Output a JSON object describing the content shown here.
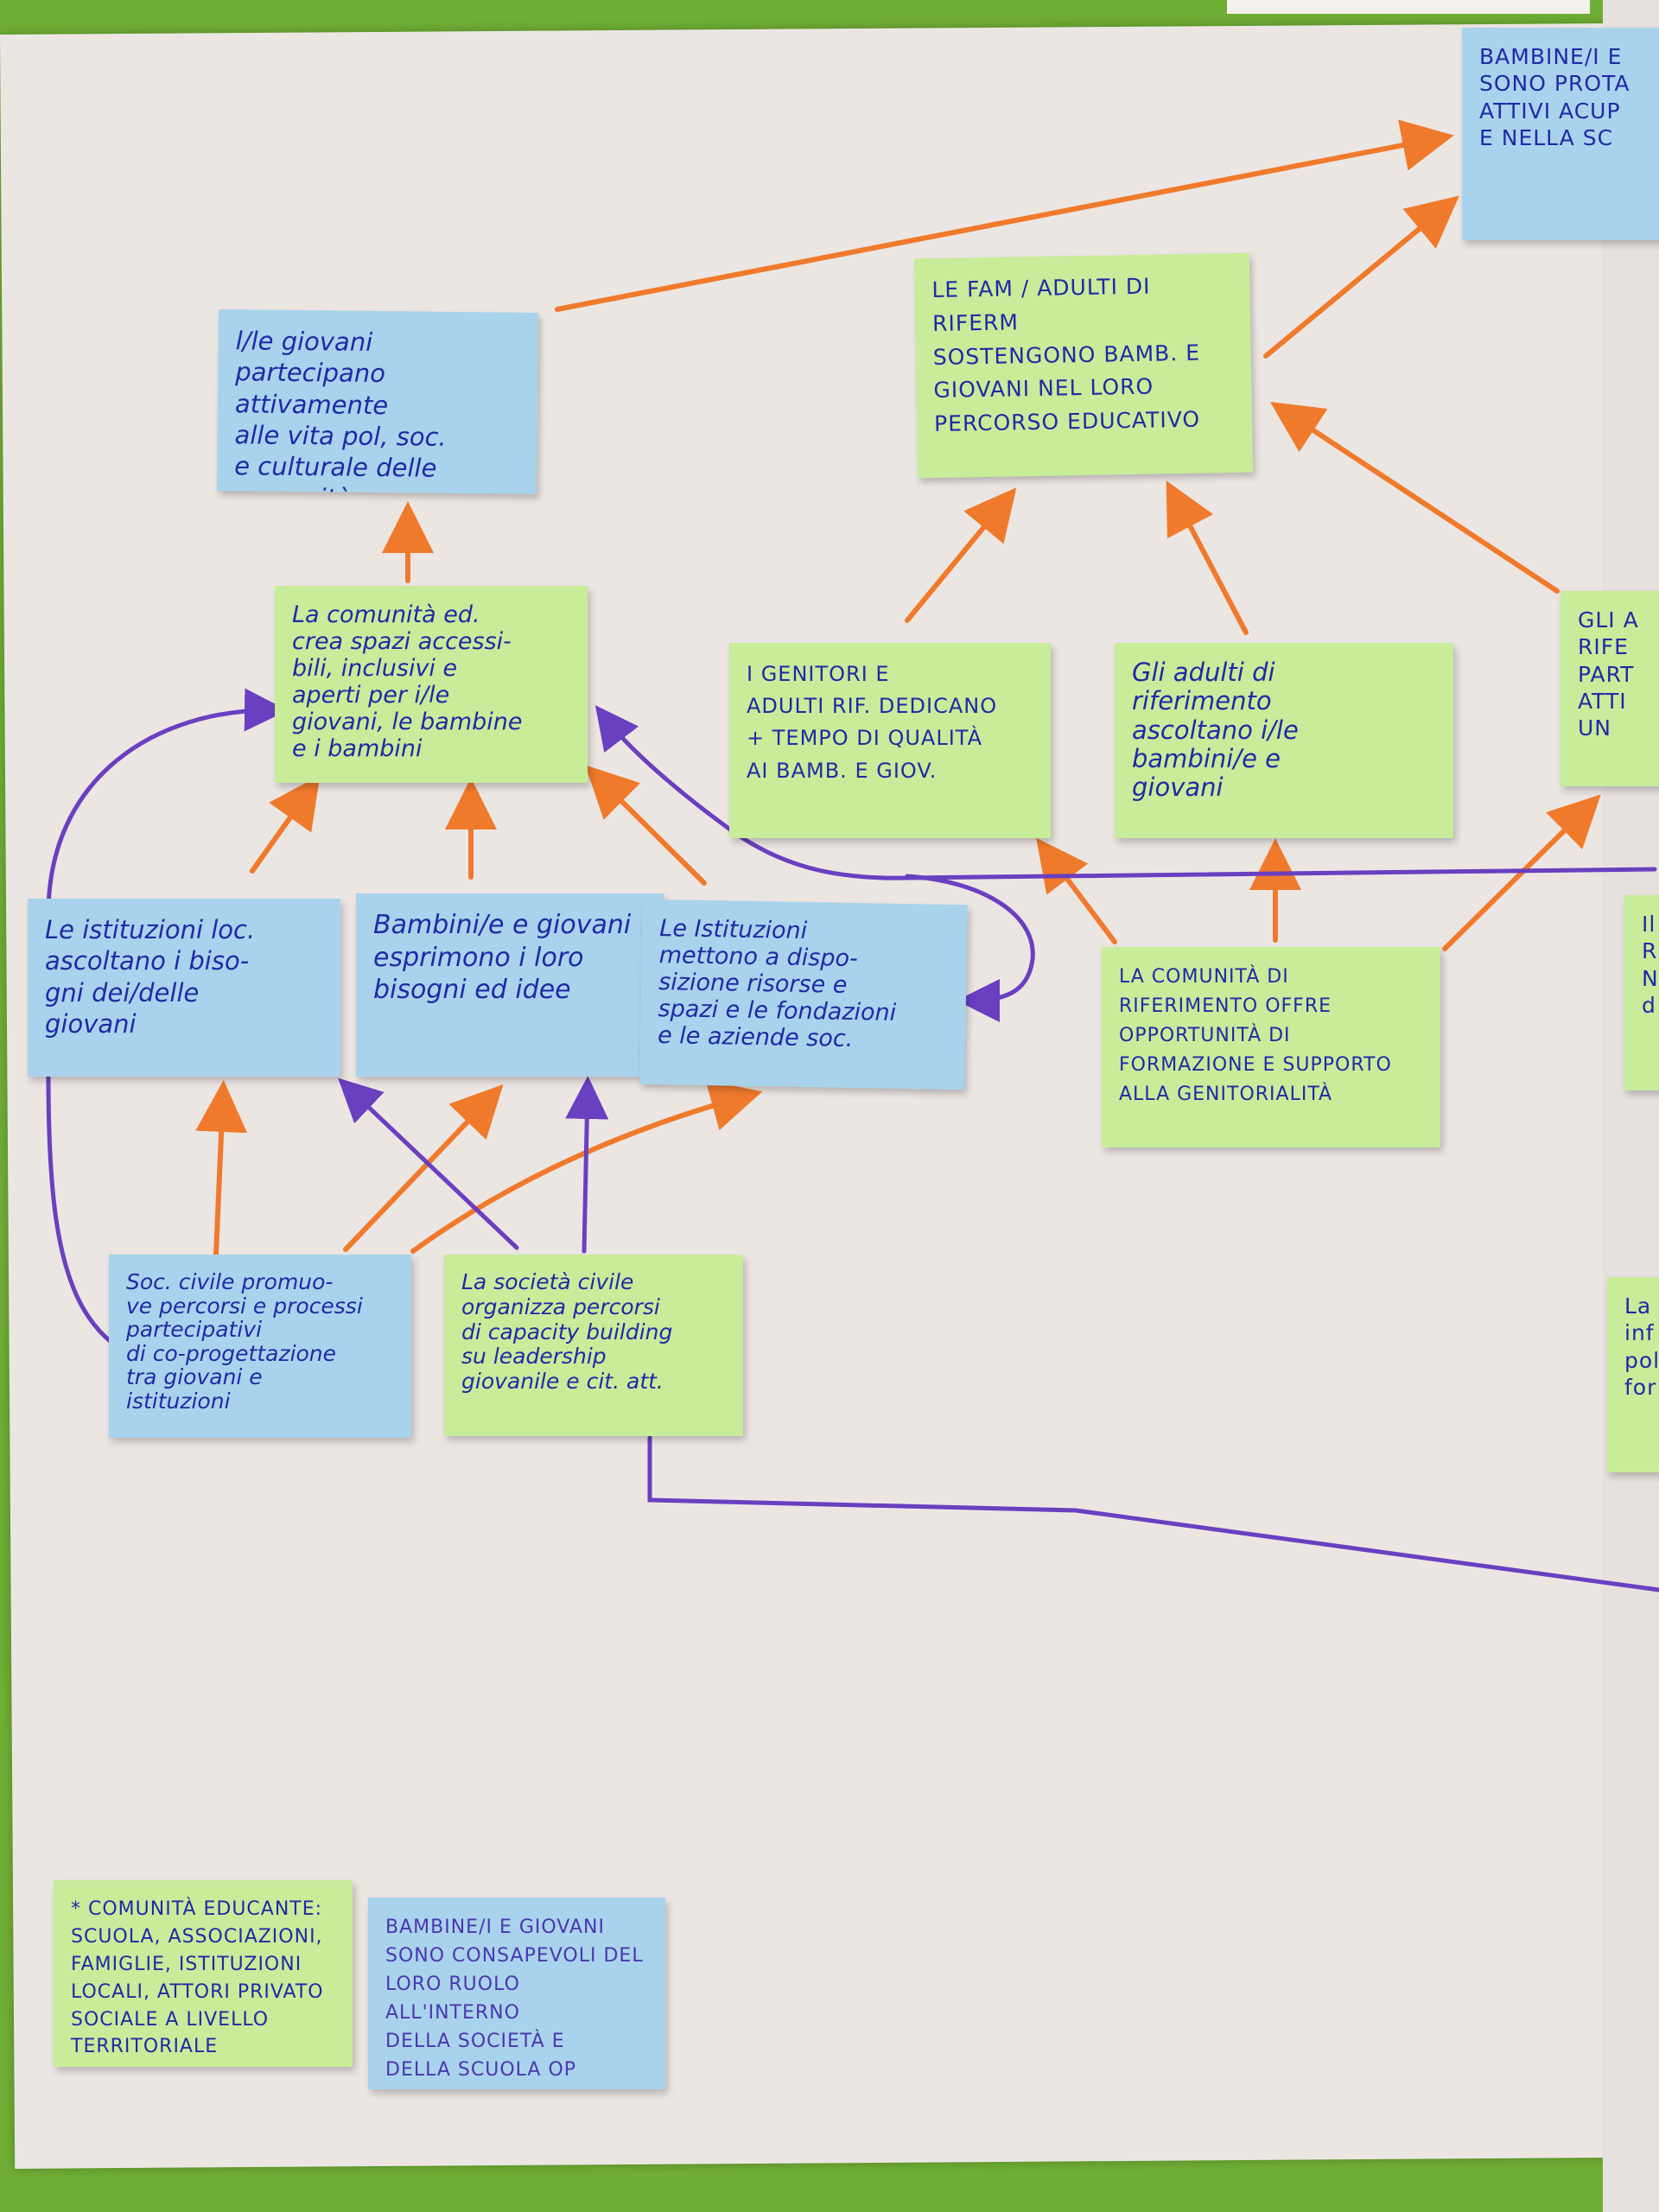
{
  "colors": {
    "wall": "#6fae35",
    "paper": "#ece6e3",
    "blue_note": "#a9d3ec",
    "green_note": "#c8ec9a",
    "ink": "#1f2aa6",
    "orange_arrow": "#f07a2c",
    "purple_arrow": "#6a3fc0"
  },
  "notes": {
    "top_right": "BAMBINE/I E\nSONO PROTA\nATTIVI ACUP\nE NELLA SC",
    "giovani_partecipano": "l/le giovani\npartecipano\nattivamente\nalle vita pol, soc.\ne culturale delle\ncomunità",
    "fam_adulti": "LE FAM / ADULTI DI RIFERM\nSOSTENGONO BAMB. E\nGIOVANI NEL LORO\nPERCORSO EDUCATIVO",
    "comunita_spazi": "La comunità ed.\ncrea spazi accessi-\nbili, inclusivi e\naperti per i/le\ngiovani, le bambine\ne i bambini",
    "genitori_tempo": "I GENITORI E\nADULTI RIF. DEDICANO\n+ TEMPO DI QUALITÀ\nAI BAMB. E GIOV.",
    "adulti_ascoltano": "Gli adulti di\nriferimento\nascoltano i/le\nbambini/e e\ngiovani",
    "right_edge_upper": "GLI A\nRIFE\nPART\nATTI\nUN",
    "istituzioni_ascoltano": "Le istituzioni loc.\nascoltano i biso-\ngni dei/delle\ngiovani",
    "bambini_esprimono": "Bambini/e e giovani\nesprimono i loro\nbisogni ed idee",
    "istituzioni_risorse": "Le Istituzioni\nmettono a dispo-\nsizione risorse e\nspazi e le fondazioni\ne le aziende soc.",
    "comunita_formazione": "LA COMUNITÀ DI\nRIFERIMENTO OFFRE\nOPPORTUNITÀ DI\nFORMAZIONE E SUPPORTO\nALLA GENITORIALITÀ",
    "right_edge_middle": "Il\nR\nN\nd",
    "soc_civile_promuove": "Soc. civile promuo-\nve percorsi e processi\npartecipativi\ndi co-progettazione\ntra giovani e\nistituzioni",
    "soc_civile_capacity": "La società civile\norganizza percorsi\ndi capacity building\nsu leadership\ngiovanile e cit. att.",
    "right_edge_lower": "La\ninf\npol\nfor",
    "comunita_educante": "* COMUNITÀ EDUCANTE:\nSCUOLA, ASSOCIAZIONI,\nFAMIGLIE, ISTITUZIONI\nLOCALI, ATTORI PRIVATO\nSOCIALE A LIVELLO\nTERRITORIALE",
    "bambini_consapevoli": "BAMBINE/I E GIOVANI\nSONO CONSAPEVOLI DEL\nLORO RUOLO ALL'INTERNO\nDELLA SOCIETÀ E\nDELLA SCUOLA OP"
  }
}
